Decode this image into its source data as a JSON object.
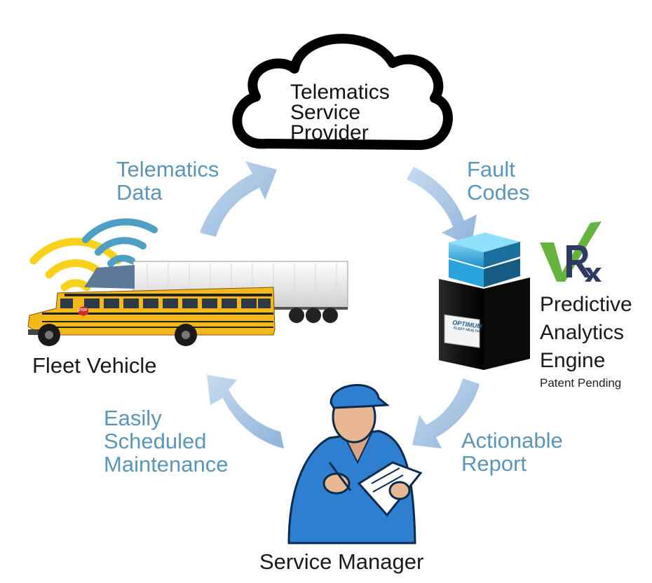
{
  "cloud": {
    "line1": "Telematics",
    "line2": "Service",
    "line3": "Provider",
    "icon": "cloud-icon"
  },
  "flows": {
    "telematics_data": {
      "line1": "Telematics",
      "line2": "Data"
    },
    "fault_codes": {
      "line1": "Fault",
      "line2": "Codes"
    },
    "actionable_report": {
      "line1": "Actionable",
      "line2": "Report"
    },
    "scheduled_maintenance": {
      "line1": "Easily",
      "line2": "Scheduled",
      "line3": "Maintenance"
    }
  },
  "engine": {
    "line1": "Predictive",
    "line2": "Analytics",
    "line3": "Engine",
    "note": "Patent Pending",
    "logo_text": "OPTIMUM",
    "logo_subtext": "FLEET HEALTH"
  },
  "fleet_vehicle": {
    "label": "Fleet Vehicle",
    "bus_text": "STOP"
  },
  "service_manager": {
    "label": "Service Manager"
  },
  "colors": {
    "flow_text": "#5b95b8",
    "arrow": "#a9c6e4",
    "bus_yellow": "#f4b81a",
    "wifi_yellow": "#f7d21c",
    "wifi_blue": "#4f9fc4",
    "server_blue": "#3fb3e6",
    "rx_green": "#66b33f",
    "rx_navy": "#2d3a62",
    "shirt_blue": "#2e7fd0"
  }
}
